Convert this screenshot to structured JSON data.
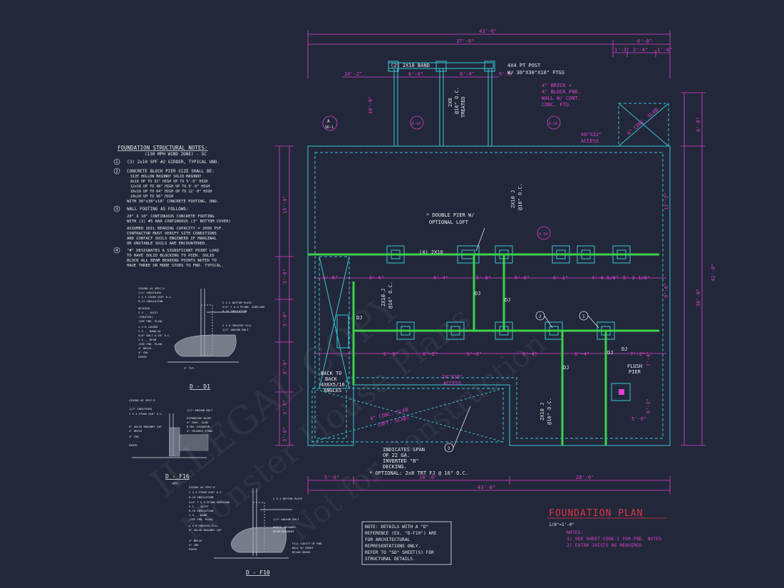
{
  "dims": {
    "overall_top": "43'-6\"",
    "top_2": "37'-6\"",
    "right_top": "6'-0\"",
    "top_sub_a": "1'-3\"",
    "top_sub_b": "3'-4\"",
    "top_sub_c": "1'-4\"",
    "porch_left": "10'-2\"",
    "porch_mid1": "6'-0\"",
    "porch_mid2": "6'-0\"",
    "porch_right": "6'-0\"",
    "porch_depth": "10'-0\"",
    "left_upper": "15'-4\"",
    "left_a": "5'-8\"",
    "left_b": "5'-0\"",
    "left_c": "6'-0\"",
    "left_d": "3'-0\"",
    "left_e": "3'-0\"",
    "right_full": "36'-0\"",
    "right_overall": "41'-0\"",
    "right_a": "6'-0\"",
    "right_b": "13'-2\"",
    "right_c": "9'-6\"",
    "right_d": "7'-4\"",
    "right_e": "6'-2\"",
    "row1_a": "5'-6\"",
    "row1_b": "5'-6\"",
    "row1_c": "6'-4\"",
    "row1_d": "5'-0\"",
    "row1_e": "5'-8\"",
    "row1_f": "6'-1\"",
    "row1_g": "4'-8 5/8\"",
    "row1_h": "5'-3 1/8\"",
    "row2_a": "6'-8\"",
    "row2_b": "6'-2\"",
    "row2_c": "6'-8\"",
    "row2_d": "6'-4\"",
    "row2_e": "6'-4\"",
    "row2_f": "7'-2\"",
    "right_f": "5'-0\"",
    "bottom_a": "5'-0\"",
    "bottom_b": "18'-6\"",
    "bottom_c": "20'-0\"",
    "bottom_overall": "43'-6\""
  },
  "plan": {
    "band": "(2) 2X10 BAND",
    "post": "4X4 PT POST",
    "post2": "W/ 30\"X30\"X10\" FTGS",
    "treated1": "2X8",
    "treated2": "@16\" O.C.",
    "treated3": "TREATED",
    "brick1": "4\" BRICK +",
    "brick2": "4\" BLOCK FND.",
    "brick3": "WALL W/ CONT.",
    "brick4": "CONC. FTG.",
    "access1": "40\"X32\"",
    "access1b": "ACCESS",
    "conc_slab_top": "4\" CONC. SLAB",
    "section_a": "A",
    "section_sd": "SD-1",
    "d10_label": "D-10",
    "d6_label": "D-10",
    "d13_label": "D-10",
    "dj_mid1": "2X10 J",
    "dj_mid2": "@16\" O.C.",
    "double_pier1": "* DOUBLE PIER W/",
    "double_pier2": "OPTIONAL LOFT",
    "beam_label": "(4) 2X10",
    "dj": "DJ",
    "left_joist1": "2X10 J",
    "left_joist2": "@16\" O.C.",
    "back_to_back1": "BACK TO",
    "back_to_back2": "BACK",
    "back_to_back3": "4X6X5/16",
    "back_to_back4": "ANGLES",
    "access2": "24\"X36\"",
    "access2b": "ACCESS",
    "conc_slab1": "4\" CONC. SLAB",
    "conc_slab2": "(OPT. SLAB)",
    "joist_low1": "2X10 J",
    "joist_low2": "@16\" O.C.",
    "flush1": "FLUSH",
    "flush2": "PIER",
    "span1": "INDICATES SPAN",
    "span2": "OF 22 GA.",
    "span3": "INVERTED \"B\"",
    "span4": "DECKING.",
    "optional": "* OPTIONAL: 2x8 TRT FJ @ 16\" O.C.",
    "callout1": "1",
    "callout2": "2",
    "callout3": "3"
  },
  "notes": {
    "title": "FOUNDATION STRUCTURAL NOTES:",
    "subtitle": "(130 MPH WIND ZONE) - SC",
    "n1_num": "1",
    "n1": "(3) 2x10 SPF #2 GIRDER, TYPICAL UNO.",
    "n2_num": "2",
    "n2": "CONCRETE BLOCK PIER SIZE SHALL BE:",
    "n2_head": "SIZE    HOLLOW MASONRY   SOLID MASONRY",
    "n2_r1": "8x16      UP TO 32\" HIGH    UP TO 5'-0\" HIGH",
    "n2_r2": "12x16     UP TO 48\" HIGH    UP TO 9'-0\" HIGH",
    "n2_r3": "16x16     UP TO 64\" HIGH    UP TO 12'-0\" HIGH",
    "n2_r4": "24x24     UP TO 96\" HIGH",
    "n2_r5": "WITH 30\"x30\"x10\" CONCRETE FOOTING, UNO.",
    "n3_num": "3",
    "n3": "WALL FOOTING AS FOLLOWS:",
    "n3_a": "20\" X 10\" CONTINUOUS CONCRETE FOOTING",
    "n3_b": "WITH (2) #5 BAR CONTINUOUS (3\" BOTTOM COVER)",
    "n3_c": "ASSUMED SOIL BEARING CAPACITY = 2000 PSF.",
    "n3_d": "CONTRACTOR MUST VERIFY SITE CONDITIONS",
    "n3_e": "AND CONTACT SOILS ENGINEER IF MARGINAL",
    "n3_f": "OR UNSTABLE SOILS ARE ENCOUNTERED.",
    "n4_num": "4",
    "n4_a": "\"#\" DESIGNATES A SIGNIFICANT POINT LOAD",
    "n4_b": "TO HAVE SOLID BLOCKING TO PIER. SOLID",
    "n4_c": "BLOCK ALL BEAM BEARING POINTS NOTED TO",
    "n4_d": "HAVE THREE OR MORE STUDS TO FND. TYPICAL."
  },
  "details": {
    "d1_title": "D - D1",
    "d1_l1": "SIDING AS SPEC'D",
    "d1_l2": "1/2\" SHEATHING",
    "d1_l3": "2 X 4 STUDS @16\" O.C.",
    "d1_l4": "R-13 INSULATION",
    "d1_l5": "DECKING",
    "d1_l6": "2 X __ JOIST",
    "d1_l7": "(TREATED)",
    "d1_l8": "(SEE FND. PLAN)",
    "d1_l9": "2 X 8 LEDGER",
    "d1_l10": "2 X __ BAND W/",
    "d1_l11": "5/8\" BOLT @ 20\" O.C.",
    "d1_l12": "2 X __ BEAM",
    "d1_l13": "(SEE FND. PLAN)",
    "d1_l14": "4\" BRICK",
    "d1_l15": "4\" CMU",
    "d1_l16": "EARTH",
    "d1_r1": "2 X 4 BOTTOM PLATE",
    "d1_r2": "3/4\" T & G PLYWD. SUBFLOOR",
    "d1_r3": "R-19 INSULATION",
    "d1_r4": "2 X 6 TREATED SILL",
    "d1_r5": "1/2\" ANCHOR BOLT",
    "d1_dim": "3\" TYP.",
    "f6_title": "D - F16",
    "f6_nts": "-NTS-",
    "f6_l1": "SIDING AS SPEC'D",
    "f6_l2": "1/2\" SHEATHING",
    "f6_l3": "2 X 4 STUDS @16\" O.C.",
    "f6_l4": "8\" SOLID MASONRY CAP",
    "f6_l5": "4\" BRICK",
    "f6_l6": "4\" CMU",
    "f6_l7": "EARTH",
    "f6_r1": "1/2\" ANCHOR BOLT",
    "f6_r2": "EXPANSION JOINT",
    "f6_r3": "4\" CONC. SLAB",
    "f6_r4": "6 MIL VISQUEEN",
    "f6_r5": "4\" CRUSHED STONE",
    "f10_title": "D - F10",
    "f10_l1": "SIDING AS SPEC'D",
    "f10_l2": "2 X 4 STUDS @16\" O.C.",
    "f10_l3": "R-13 INSULATION",
    "f10_l4": "3/4\" T & G PLYWD SUBFLOOR",
    "f10_l5": "2 X __ JOIST",
    "f10_l6": "R-19 INSULATION",
    "f10_l7": "2 X __ BAND",
    "f10_l8": "(SEE FND. PLAN)",
    "f10_l9": "2 X 6 TREATED SILL",
    "f10_l10": "8\" SOLID MASONRY CAP",
    "f10_l11": "4\" BRICK",
    "f10_l12": "4\" CMU",
    "f10_l13": "EARTH",
    "f10_r1": "2 X 4 BOTTOM PLATE",
    "f10_r2": "1/2\" ANCHOR BOLT",
    "f10_r3": "HORIZ. MASONRY",
    "f10_r4": "REINFORCEMENT",
    "f10_r5": "FILL CAVITY OF FND.",
    "f10_r6": "WALL W/ GROUT",
    "f10_r7": "BELOW GRADE."
  },
  "note_box": {
    "l1": "NOTE: DETAILS WITH A \"D\"",
    "l2": "REFERENCE (EX. \"D-F10\") ARE",
    "l3": "FOR ARCHITECTURAL",
    "l4": "REPRESENTATIONS ONLY.",
    "l5": "REFER TO \"SD\" SHEET(S) FOR",
    "l6": "STRUCTURAL DETAILS."
  },
  "title_block": {
    "title": "FOUNDATION PLAN",
    "scale": "1/8\"=1'-0\"",
    "notes_head": "NOTES:",
    "note1": "1) SEE SHEET CODE-1 FOR FND. NOTES",
    "note2": "2) EXTRA JOISTS AS REQUIRED"
  },
  "watermark": {
    "w1": "ILLEGAL COPY",
    "w2": "Monster House Plans",
    "w3": "Not for Construction"
  },
  "colors": {
    "background": "#222839",
    "wall": "#38c6d6",
    "beam": "#3cd04a",
    "dimension": "#e03fd0",
    "title": "#e0344a",
    "text": "#e9e9ef"
  }
}
